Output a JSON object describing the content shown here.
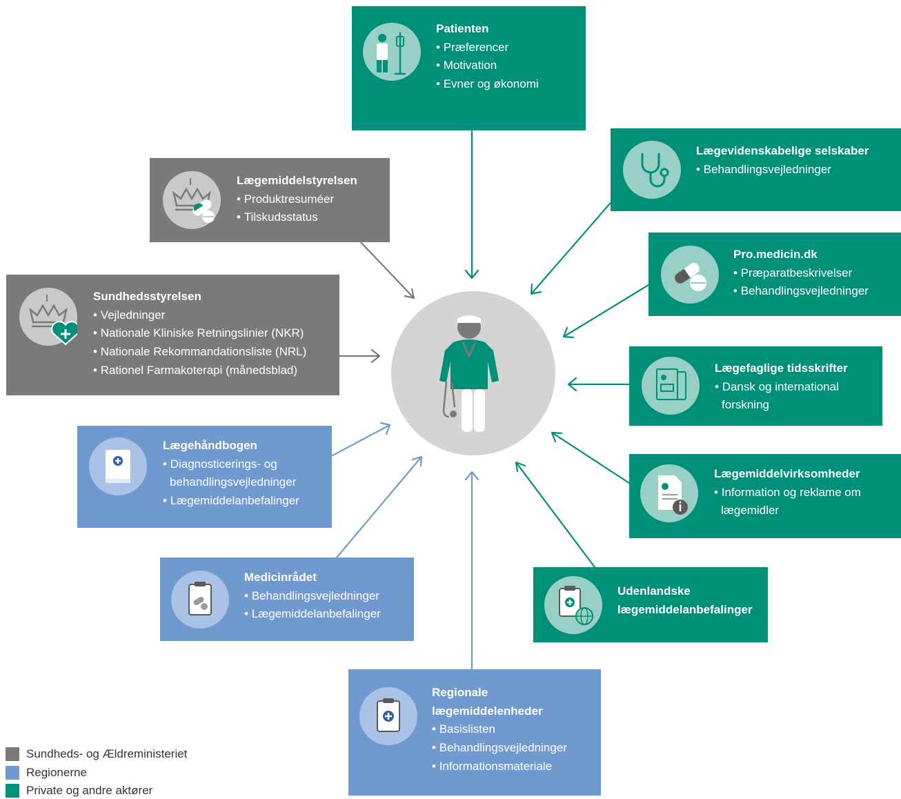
{
  "nodes": {
    "patienten": {
      "title": "Patienten",
      "items": [
        "Præferencer",
        "Motivation",
        "Evner og økonomi"
      ]
    },
    "laegemiddelstyrelsen": {
      "title": "Lægemiddelstyrelsen",
      "items": [
        "Produktresuméer",
        "Tilskudsstatus"
      ]
    },
    "sundhedsstyrelsen": {
      "title": "Sundhedsstyrelsen",
      "items": [
        "Vejledninger",
        "Nationale Kliniske Retningslinier (NKR)",
        "Nationale Rekommandationsliste (NRL)",
        "Rationel Farmakoterapi (månedsblad)"
      ]
    },
    "laegehaandbogen": {
      "title": "Lægehåndbogen",
      "items": [
        "Diagnosticerings- og",
        "behandlingsvejledninger",
        "Lægemiddelanbefalinger"
      ]
    },
    "medicinraadet": {
      "title": "Medicinrådet",
      "items": [
        "Behandlingsvejledninger",
        "Lægemiddelanbefalinger"
      ]
    },
    "regionale": {
      "title_lines": [
        "Regionale",
        "lægemiddelenheder"
      ],
      "items": [
        "Basislisten",
        "Behandlingsvejledninger",
        "Informationsmateriale"
      ]
    },
    "udenlandske": {
      "title_lines": [
        "Udenlandske",
        "lægemiddelanbefalinger"
      ]
    },
    "laegemiddelvirksomheder": {
      "title": "Lægemiddelvirksomheder",
      "items": [
        "Information og reklame om",
        "lægemidler"
      ]
    },
    "tidsskrifter": {
      "title": "Lægefaglige tidsskrifter",
      "items": [
        "Dansk og international",
        "forskning"
      ]
    },
    "promedicin": {
      "title": "Pro.medicin.dk",
      "items": [
        "Præparatbeskrivelser",
        "Behandlingsvejledninger"
      ]
    },
    "selskaber": {
      "title": "Lægevidenskabelige selskaber",
      "items": [
        "Behandlingsvejledninger"
      ]
    }
  },
  "legend": [
    {
      "label": "Sundheds- og Ældreministeriet",
      "color": "#7a7a79"
    },
    {
      "label": "Regionerne",
      "color": "#7099d0"
    },
    {
      "label": "Private og andre aktører",
      "color": "#008f78"
    }
  ],
  "colors": {
    "green": "#008f78",
    "gray": "#7a7a79",
    "blue": "#7099d0",
    "center_circle": "#d4d4d3"
  },
  "icons": {
    "patienten": "patient-iv-icon",
    "laegemiddelstyrelsen": "crown-pill-icon",
    "sundhedsstyrelsen": "crown-heart-icon",
    "laegehaandbogen": "book-cross-icon",
    "medicinraadet": "clipboard-pill-icon",
    "regionale": "clipboard-cross-icon",
    "udenlandske": "clipboard-globe-icon",
    "laegemiddelvirksomheder": "document-info-icon",
    "tidsskrifter": "journals-icon",
    "promedicin": "capsule-pill-icon",
    "selskaber": "stethoscope-icon",
    "center": "doctor-icon"
  }
}
